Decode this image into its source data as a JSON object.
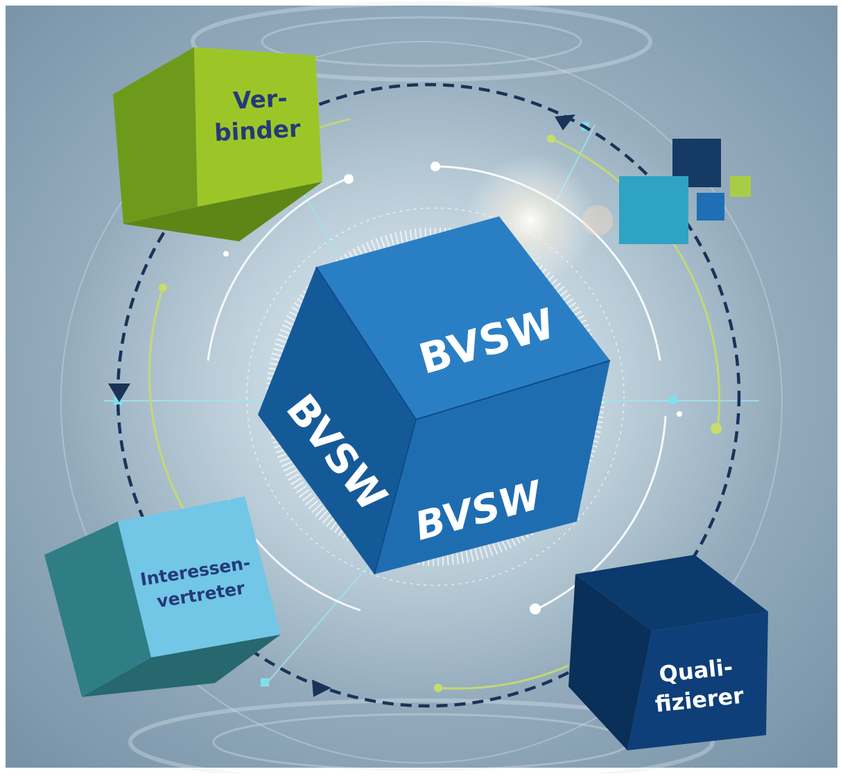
{
  "center_cube": {
    "top_face_text": "BVSW",
    "left_face_text": "BVSW",
    "front_face_text": "BVSW"
  },
  "cubes": {
    "verbinder": {
      "line1": "Ver-",
      "line2": "binder"
    },
    "interessenvertreter": {
      "line1": "Interessen-",
      "line2": "vertreter"
    },
    "qualifizierer": {
      "line1": "Quali-",
      "line2": "fizierer"
    }
  },
  "colors": {
    "background": "#8fa8bb",
    "bvsw_blue": "#1f6fb5",
    "green": "#8cbd1f",
    "light_blue": "#6cc7e6",
    "navy": "#0e3c70",
    "teal": "#2fa3c4",
    "dash_navy": "#1b3358",
    "accent_lime": "#c8dc6a"
  }
}
